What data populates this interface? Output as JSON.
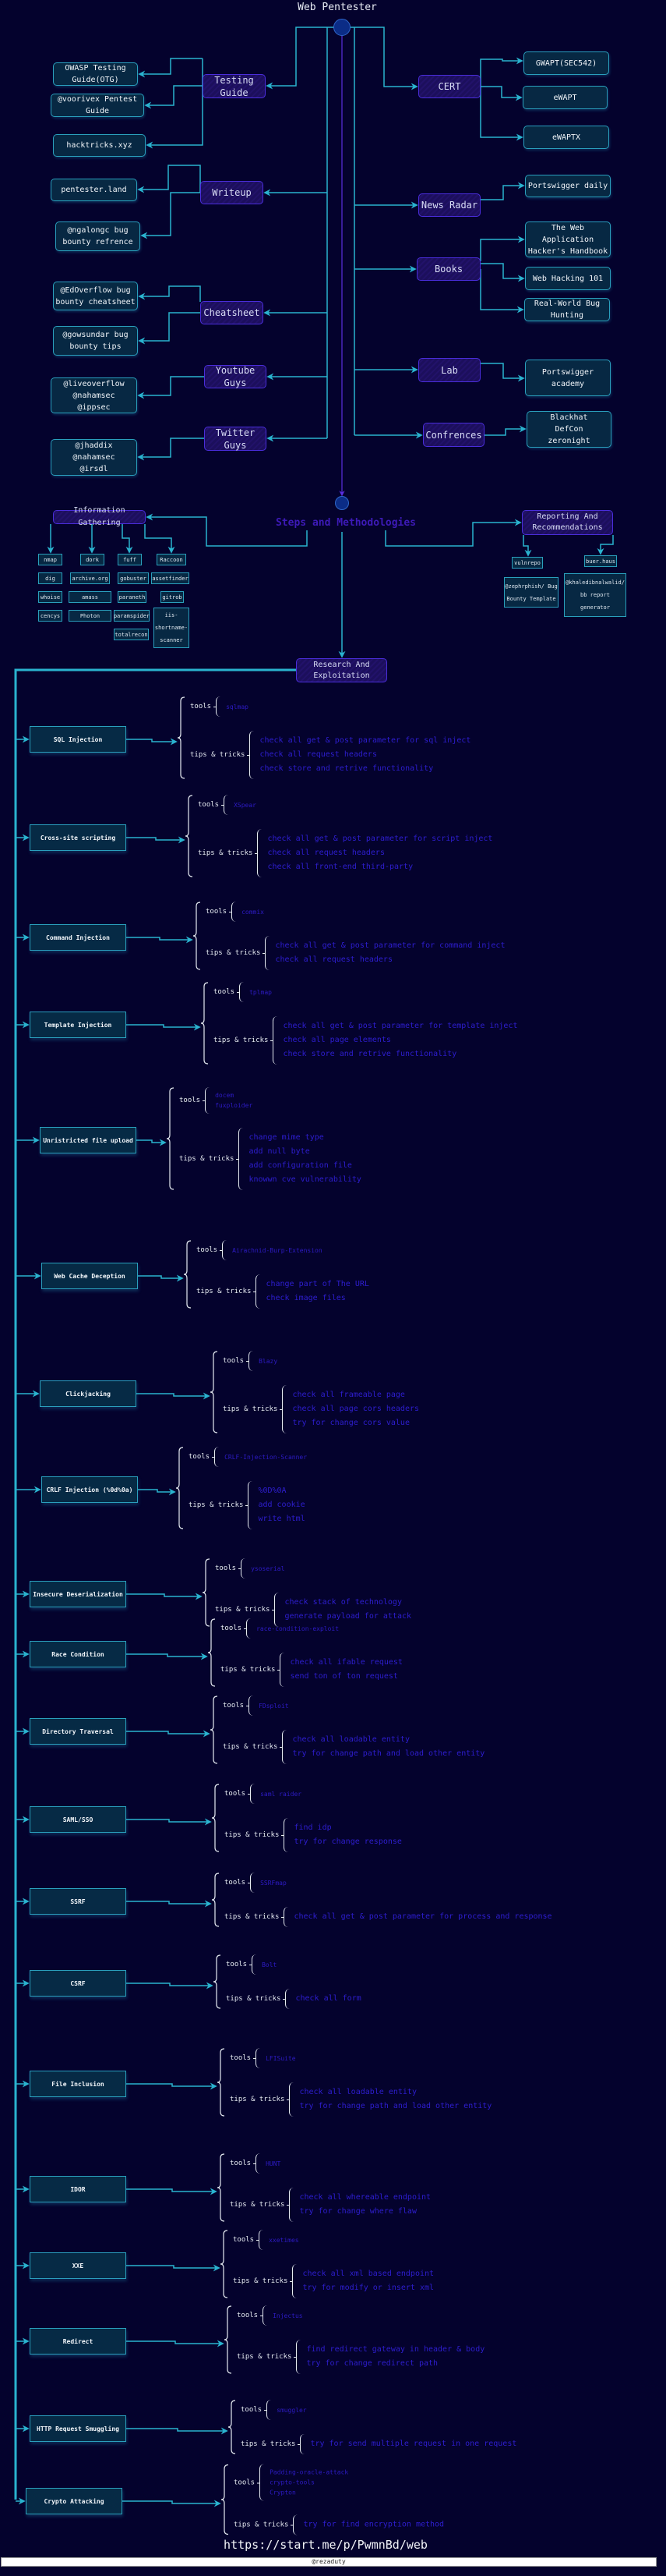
{
  "title": "Web Pentester",
  "colors": {
    "background": "#04022d",
    "line": "#2ab3cf",
    "accent_purple": "#4a2ddb",
    "tip_text": "#2e1ed0"
  },
  "left": {
    "testing_guide": {
      "label": "Testing\nGuide",
      "items": [
        "OWASP Testing\nGuide(OTG)",
        "@voorivex Pentest\nGuide",
        "hacktricks.xyz"
      ]
    },
    "writeup": {
      "label": "Writeup",
      "items": [
        "pentester.land",
        "@ngalongc bug\nbounty refrence"
      ]
    },
    "cheatsheet": {
      "label": "Cheatsheet",
      "items": [
        "@EdOverflow bug\nbounty cheatsheet",
        "@gowsundar bug\nbounty tips"
      ]
    },
    "youtube": {
      "label": "Youtube\nGuys",
      "items": [
        "@liveoverflow\n@nahamsec\n@ippsec"
      ]
    },
    "twitter": {
      "label": "Twitter\nGuys",
      "items": [
        "@jhaddix\n@nahamsec\n@irsdl"
      ]
    }
  },
  "right": {
    "cert": {
      "label": "CERT",
      "items": [
        "GWAPT(SEC542)",
        "eWAPT",
        "eWAPTX"
      ]
    },
    "news": {
      "label": "News Radar",
      "items": [
        "Portswigger daily"
      ]
    },
    "books": {
      "label": "Books",
      "items": [
        "The Web\nApplication\nHacker's Handbook",
        "Web Hacking 101",
        "Real-World Bug\nHunting"
      ]
    },
    "lab": {
      "label": "Lab",
      "items": [
        "Portswigger\nacademy"
      ]
    },
    "confrences": {
      "label": "Confrences",
      "items": [
        "Blackhat\nDefCon\nzeronight"
      ]
    }
  },
  "steps": {
    "label": "Steps and Methodologies",
    "info_gathering": {
      "label": "Information Gathering",
      "tools": [
        "nmap",
        "dork",
        "fuff",
        "Raccoon",
        "dig",
        "archive.org",
        "gobuster",
        "assetfinder",
        "whoise",
        "amass",
        "paraneth",
        "gitrob",
        "cencys",
        "Photon",
        "paramspider",
        "iis-\nshortname-\nscanner",
        "totalrecon"
      ]
    },
    "reporting": {
      "label": "Reporting And\nRecommendations",
      "tools": [
        "vulnrepo",
        "buer.haus",
        "@zephrphish/ Bug\nBounty Template",
        "@khaledibnalwalid/\nbb report\ngenerator"
      ]
    },
    "research": "Research And\nExploitation"
  },
  "labels": {
    "tools": "tools",
    "tips": "tips & tricks"
  },
  "vulns": [
    {
      "name": "SQL Injection",
      "tools": [
        "sqlmap"
      ],
      "tips": [
        "check all get & post parameter for sql inject",
        "check all request headers",
        "check store and retrive functionality"
      ]
    },
    {
      "name": "Cross-site scripting",
      "tools": [
        "XSpear"
      ],
      "tips": [
        "check all get & post parameter for script inject",
        "check all request headers",
        "check all front-end third-party"
      ]
    },
    {
      "name": "Command Injection",
      "tools": [
        "commix"
      ],
      "tips": [
        "check all get & post parameter for command inject",
        "check all request headers"
      ]
    },
    {
      "name": "Template Injection",
      "tools": [
        "tplmap"
      ],
      "tips": [
        "check all get & post parameter for template inject",
        "check all page elements",
        "check store and retrive functionality"
      ]
    },
    {
      "name": "Unristricted file upload",
      "tools": [
        "docem",
        "fuxploider"
      ],
      "tips": [
        "change mime type",
        "add null byte",
        "add configuration file",
        "knowwn cve vulnerability"
      ]
    },
    {
      "name": "Web Cache Deception",
      "tools": [
        "Airachnid-Burp-Extension"
      ],
      "tips": [
        "change part of The URL",
        "check image files"
      ]
    },
    {
      "name": "Clickjacking",
      "tools": [
        "Blazy"
      ],
      "tips": [
        "check all frameable page",
        "check all page cors headers",
        "try for change cors value"
      ]
    },
    {
      "name": "CRLF Injection (%0d%0a)",
      "tools": [
        "CRLF-Injection-Scanner"
      ],
      "tips": [
        "%0D%0A",
        "add cookie",
        "write html"
      ]
    },
    {
      "name": "Insecure Deserialization",
      "tools": [
        "ysoserial"
      ],
      "tips": [
        "check stack of technology",
        "generate payload for attack"
      ]
    },
    {
      "name": "Race Condition",
      "tools": [
        "race-condition-exploit"
      ],
      "tips": [
        "check all ifable request",
        "send ton of ton request"
      ]
    },
    {
      "name": "Directory Traversal",
      "tools": [
        "FDsploit"
      ],
      "tips": [
        "check all loadable entity",
        "try for change path and load other entity"
      ]
    },
    {
      "name": "SAML/SSO",
      "tools": [
        "saml raider"
      ],
      "tips": [
        "find idp",
        "try for change response"
      ]
    },
    {
      "name": "SSRF",
      "tools": [
        "SSRFmap"
      ],
      "tips": [
        "check all get & post parameter for process and response"
      ]
    },
    {
      "name": "CSRF",
      "tools": [
        "Bolt"
      ],
      "tips": [
        "check all form"
      ]
    },
    {
      "name": "File Inclusion",
      "tools": [
        "LFISuite"
      ],
      "tips": [
        "check all loadable entity",
        "try for change path and load other entity"
      ]
    },
    {
      "name": "IDOR",
      "tools": [
        "HUNT"
      ],
      "tips": [
        "check all whereable endpoint",
        "try for change where flaw"
      ]
    },
    {
      "name": "XXE",
      "tools": [
        "xxetimes"
      ],
      "tips": [
        "check all xml based endpoint",
        "try for modify or insert xml"
      ]
    },
    {
      "name": "Redirect",
      "tools": [
        "Injectus"
      ],
      "tips": [
        "find redirect gateway in header & body",
        "try for change redirect path"
      ]
    },
    {
      "name": "HTTP Request Smuggling",
      "tools": [
        "smuggler"
      ],
      "tips": [
        "try for send multiple request in one request"
      ]
    },
    {
      "name": "Crypto Attacking",
      "tools": [
        "Padding-oracle-attack",
        "crypto-tools",
        "Crypton"
      ],
      "tips": [
        "try for find encryption method"
      ]
    }
  ],
  "footer": {
    "url": "https://start.me/p/PwmnBd/web",
    "author": "@rezaduty"
  }
}
